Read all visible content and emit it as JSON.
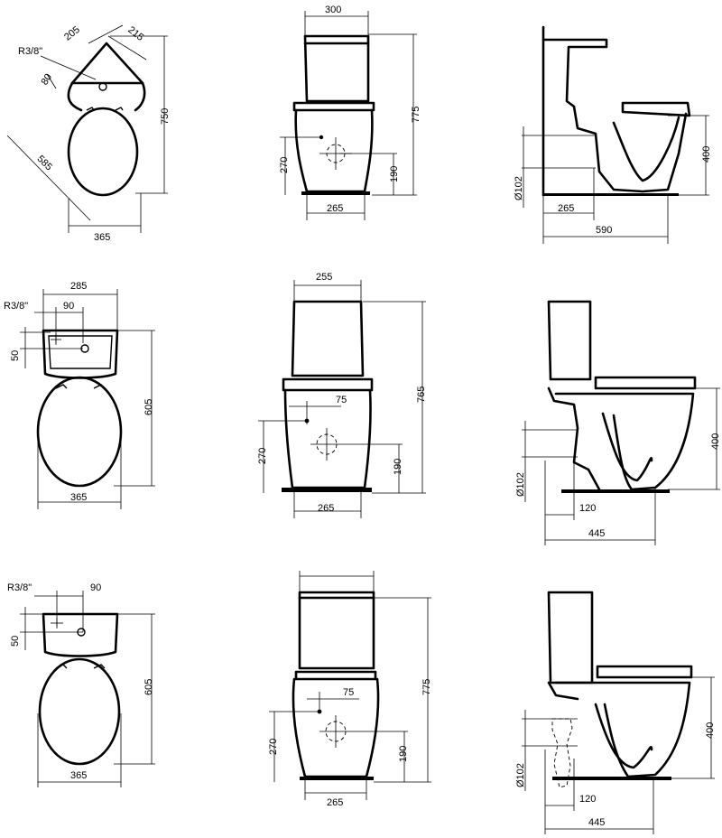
{
  "views": {
    "row1": {
      "plan": {
        "d205": "205",
        "d215": "215",
        "thread": "R3/8\"",
        "d80": "80",
        "d750": "750",
        "d585": "585",
        "d365": "365"
      },
      "front": {
        "d300": "300",
        "d775": "775",
        "d270": "270",
        "d190": "190",
        "d265": "265"
      },
      "side": {
        "d400": "400",
        "pipe": "Ø102",
        "d265": "265",
        "d590": "590"
      }
    },
    "row2": {
      "plan": {
        "d285": "285",
        "thread": "R3/8\"",
        "d90": "90",
        "d50": "50",
        "d605": "605",
        "d365": "365"
      },
      "front": {
        "d255": "255",
        "d75": "75",
        "d765": "765",
        "d270": "270",
        "d190": "190",
        "d265": "265"
      },
      "side": {
        "d400": "400",
        "pipe": "Ø102",
        "d120": "120",
        "d445": "445"
      }
    },
    "row3": {
      "plan": {
        "thread": "R3/8\"",
        "d90": "90",
        "d50": "50",
        "d605": "605",
        "d365": "365"
      },
      "front": {
        "d75": "75",
        "d775": "775",
        "d270": "270",
        "d190": "190",
        "d265": "265"
      },
      "side": {
        "d400": "400",
        "pipe": "Ø102",
        "d120": "120",
        "d445": "445"
      }
    }
  }
}
